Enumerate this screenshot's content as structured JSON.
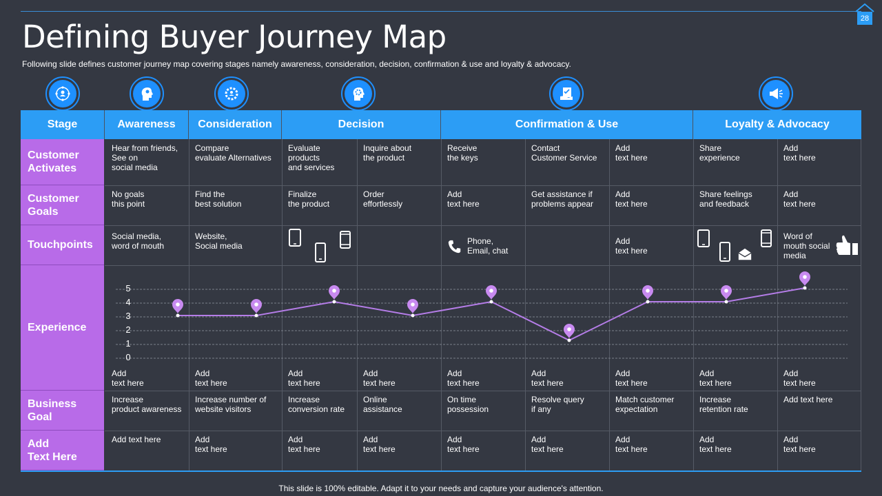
{
  "page": {
    "title": "Defining Buyer Journey Map",
    "subtitle": "Following slide defines customer journey map covering stages namely awareness, consideration, decision, confirmation & use and loyalty & advocacy.",
    "page_number": "28",
    "footer": "This slide is 100% editable. Adapt it to your needs and capture your audience's attention.",
    "colors": {
      "background": "#343842",
      "header_blue": "#2c9df5",
      "row_purple": "#b86be8",
      "line_purple": "#b57de8"
    }
  },
  "stage_icons": [
    "people-network-icon",
    "idea-head-icon",
    "gear-people-icon",
    "brain-gear-icon",
    "checklist-hand-icon",
    "megaphone-icon"
  ],
  "headers": {
    "stage": "Stage",
    "awareness": "Awareness",
    "consideration": "Consideration",
    "decision": "Decision",
    "confirmation": "Confirmation & Use",
    "loyalty": "Loyalty & Advocacy"
  },
  "rows": {
    "activates": {
      "label": "Customer\nActivates",
      "cells": [
        "Hear from friends,\nSee on\nsocial media",
        "Compare\nevaluate Alternatives",
        "Evaluate\nproducts\nand services",
        "Inquire about\nthe product",
        "Receive\nthe keys",
        "Contact\nCustomer Service",
        "Add\ntext here",
        "Share\nexperience",
        "Add\ntext here"
      ]
    },
    "goals": {
      "label": "Customer\nGoals",
      "cells": [
        "No goals\nthis point",
        "Find the\nbest solution",
        "Finalize\nthe product",
        "Order\neffortlessly",
        "Add\ntext here",
        "Get assistance if\nproblems appear",
        "Add\ntext here",
        "Share feelings\nand feedback",
        "Add\ntext here"
      ]
    },
    "touchpoints": {
      "label": "Touchpoints",
      "cells": [
        "Social media,\nword of mouth",
        "Website,\nSocial media",
        "",
        "",
        "Phone,\nEmail, chat",
        "",
        "Add\ntext here",
        "",
        "Word of\nmouth social\nmedia"
      ]
    },
    "experience": {
      "label": "Experience",
      "cells": [
        "Add\ntext here",
        "Add\ntext here",
        "Add\ntext here",
        "Add\ntext here",
        "Add\ntext here",
        "Add\ntext here",
        "Add\ntext here",
        "Add\ntext here",
        "Add\ntext here"
      ]
    },
    "business": {
      "label": "Business\nGoal",
      "cells": [
        "Increase\nproduct awareness",
        "Increase number of\nwebsite visitors",
        "Increase\nconversion rate",
        "Online\nassistance",
        "On time\npossession",
        "Resolve query\nif any",
        "Match customer\nexpectation",
        "Increase\nretention rate",
        "Add text here"
      ]
    },
    "extra": {
      "label": "Add\nText Here",
      "cells": [
        "Add text here",
        "Add\ntext here",
        "Add\ntext here",
        "Add\ntext here",
        "Add\ntext here",
        "Add\ntext here",
        "Add\ntext here",
        "Add\ntext here",
        "Add\ntext here"
      ]
    }
  },
  "chart_data": {
    "type": "line",
    "y_ticks": [
      "5",
      "4",
      "3",
      "2",
      "1",
      "0"
    ],
    "ylim": [
      0,
      5
    ],
    "values": [
      3,
      3,
      4,
      3,
      4,
      1.2,
      4,
      4,
      5
    ],
    "grid": "dashed horizontal"
  }
}
